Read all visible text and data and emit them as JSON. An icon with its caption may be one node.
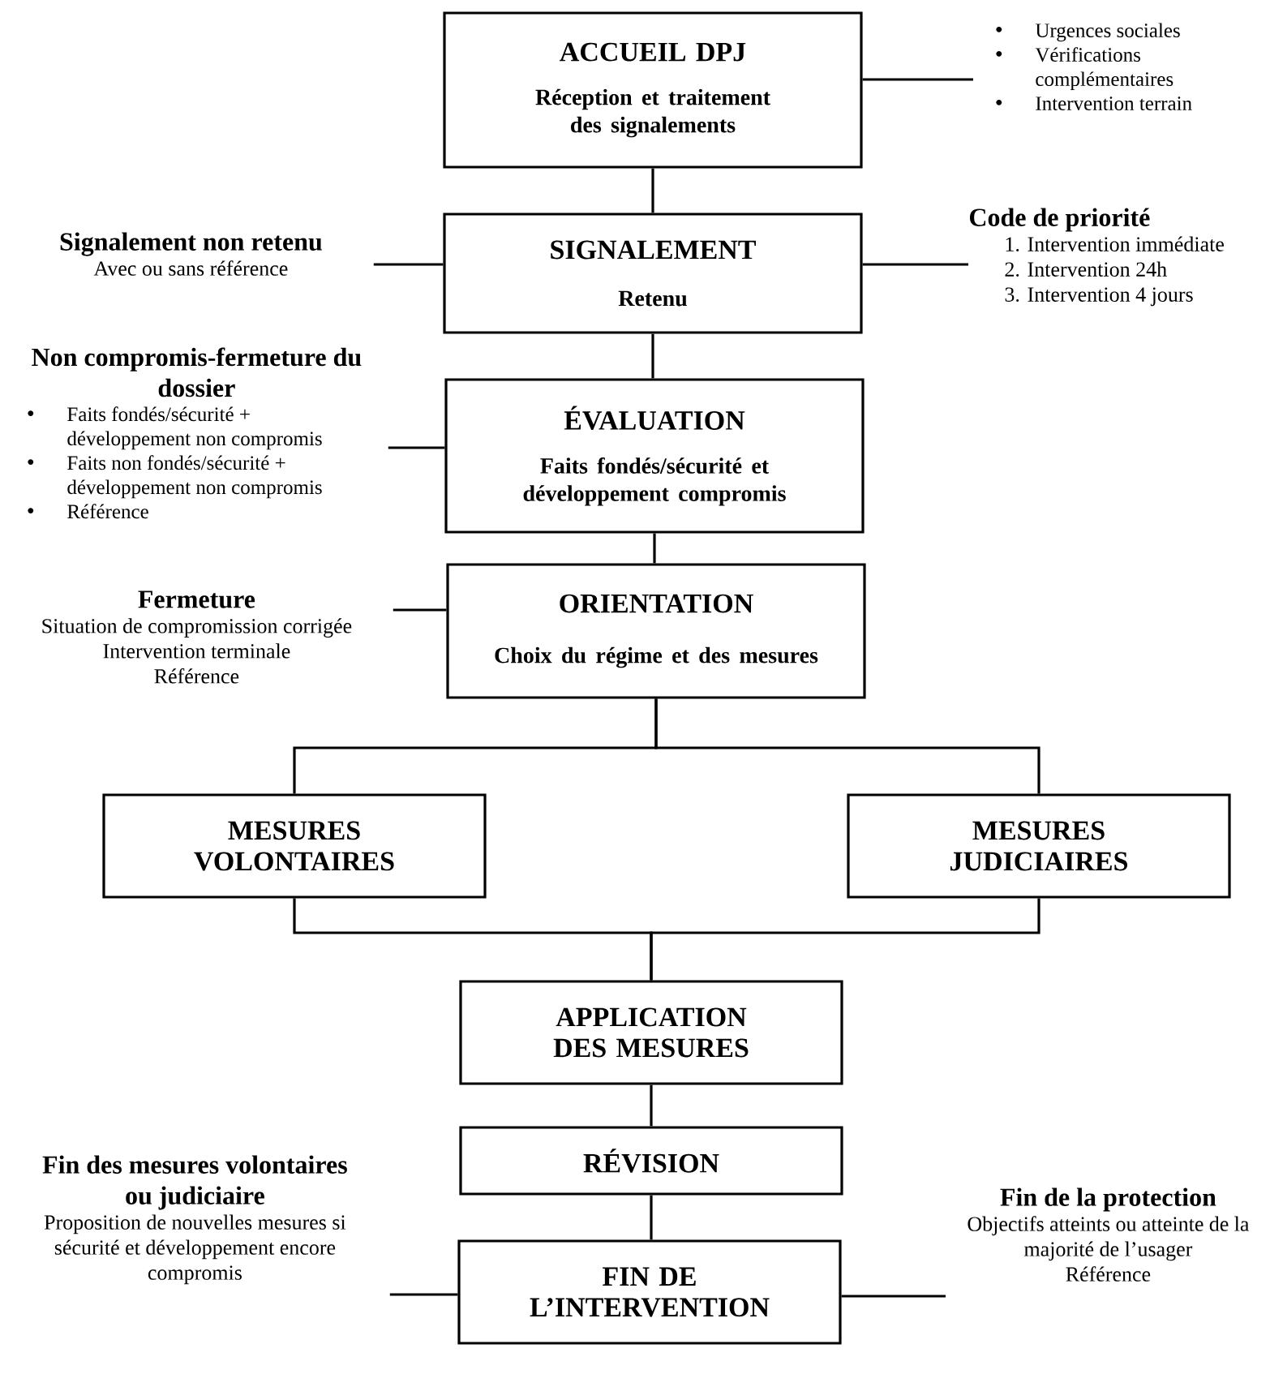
{
  "diagram": {
    "nodes": [
      {
        "text": [
          "ACCUEIL DPJ",
          "Réception et traitement des signalements"
        ]
      },
      {
        "text": [
          "SIGNALEMENT",
          "Retenu"
        ]
      },
      {
        "text": [
          "ÉVALUATION",
          "Faits fondés/sécurité et développement compromis"
        ]
      },
      {
        "text": [
          "ORIENTATION",
          "Choix du régime et des mesures"
        ]
      },
      {
        "text": [
          "MESURES VOLONTAIRES"
        ]
      },
      {
        "text": [
          "MESURES JUDICIAIRES"
        ]
      },
      {
        "text": [
          "APPLICATION DES MESURES"
        ]
      },
      {
        "text": [
          "RÉVISION"
        ]
      },
      {
        "text": [
          "FIN DE L’INTERVENTION"
        ]
      },
      {
        "text": [
          "Urgences sociales",
          "Vérifications complémentaires",
          "Intervention terrain"
        ]
      },
      {
        "text": [
          "Signalement non retenu",
          "Avec ou sans référence"
        ]
      },
      {
        "text": [
          "Code de priorité",
          "1. Intervention immédiate",
          "2. Intervention 24h",
          "3. Intervention 4 jours"
        ]
      },
      {
        "text": [
          "Non compromis-fermeture du dossier",
          "Faits fondés/sécurité + développement non compromis",
          "Faits non fondés/sécurité + développement non compromis",
          "Référence"
        ]
      },
      {
        "text": [
          "Fermeture",
          "Situation de compromission corrigée",
          "Intervention terminale",
          "Référence"
        ]
      },
      {
        "text": [
          "Fin des mesures volontaires ou judiciaire",
          "Proposition de nouvelles mesures si sécurité et développement encore compromis"
        ]
      },
      {
        "text": [
          "Fin de la protection",
          "Objectifs atteints ou atteinte de la majorité de l’usager",
          "Référence"
        ]
      }
    ],
    "edges": [
      {
        "from": 0,
        "to": 1,
        "arrow": "none"
      },
      {
        "from": 1,
        "to": 2,
        "arrow": "none"
      },
      {
        "from": 2,
        "to": 3,
        "arrow": "none"
      },
      {
        "from": 3,
        "to": 4,
        "arrow": "none"
      },
      {
        "from": 3,
        "to": 5,
        "arrow": "none"
      },
      {
        "from": 4,
        "to": 6,
        "arrow": "none"
      },
      {
        "from": 5,
        "to": 6,
        "arrow": "none"
      },
      {
        "from": 6,
        "to": 7,
        "arrow": "none"
      },
      {
        "from": 7,
        "to": 8,
        "arrow": "none"
      },
      {
        "from": 0,
        "to": 9,
        "arrow": "none"
      },
      {
        "from": 10,
        "to": 1,
        "arrow": "none"
      },
      {
        "from": 1,
        "to": 11,
        "arrow": "none"
      },
      {
        "from": 12,
        "to": 2,
        "arrow": "none"
      },
      {
        "from": 13,
        "to": 3,
        "arrow": "none"
      },
      {
        "from": 14,
        "to": 8,
        "arrow": "none"
      },
      {
        "from": 8,
        "to": 15,
        "arrow": "none"
      }
    ]
  }
}
